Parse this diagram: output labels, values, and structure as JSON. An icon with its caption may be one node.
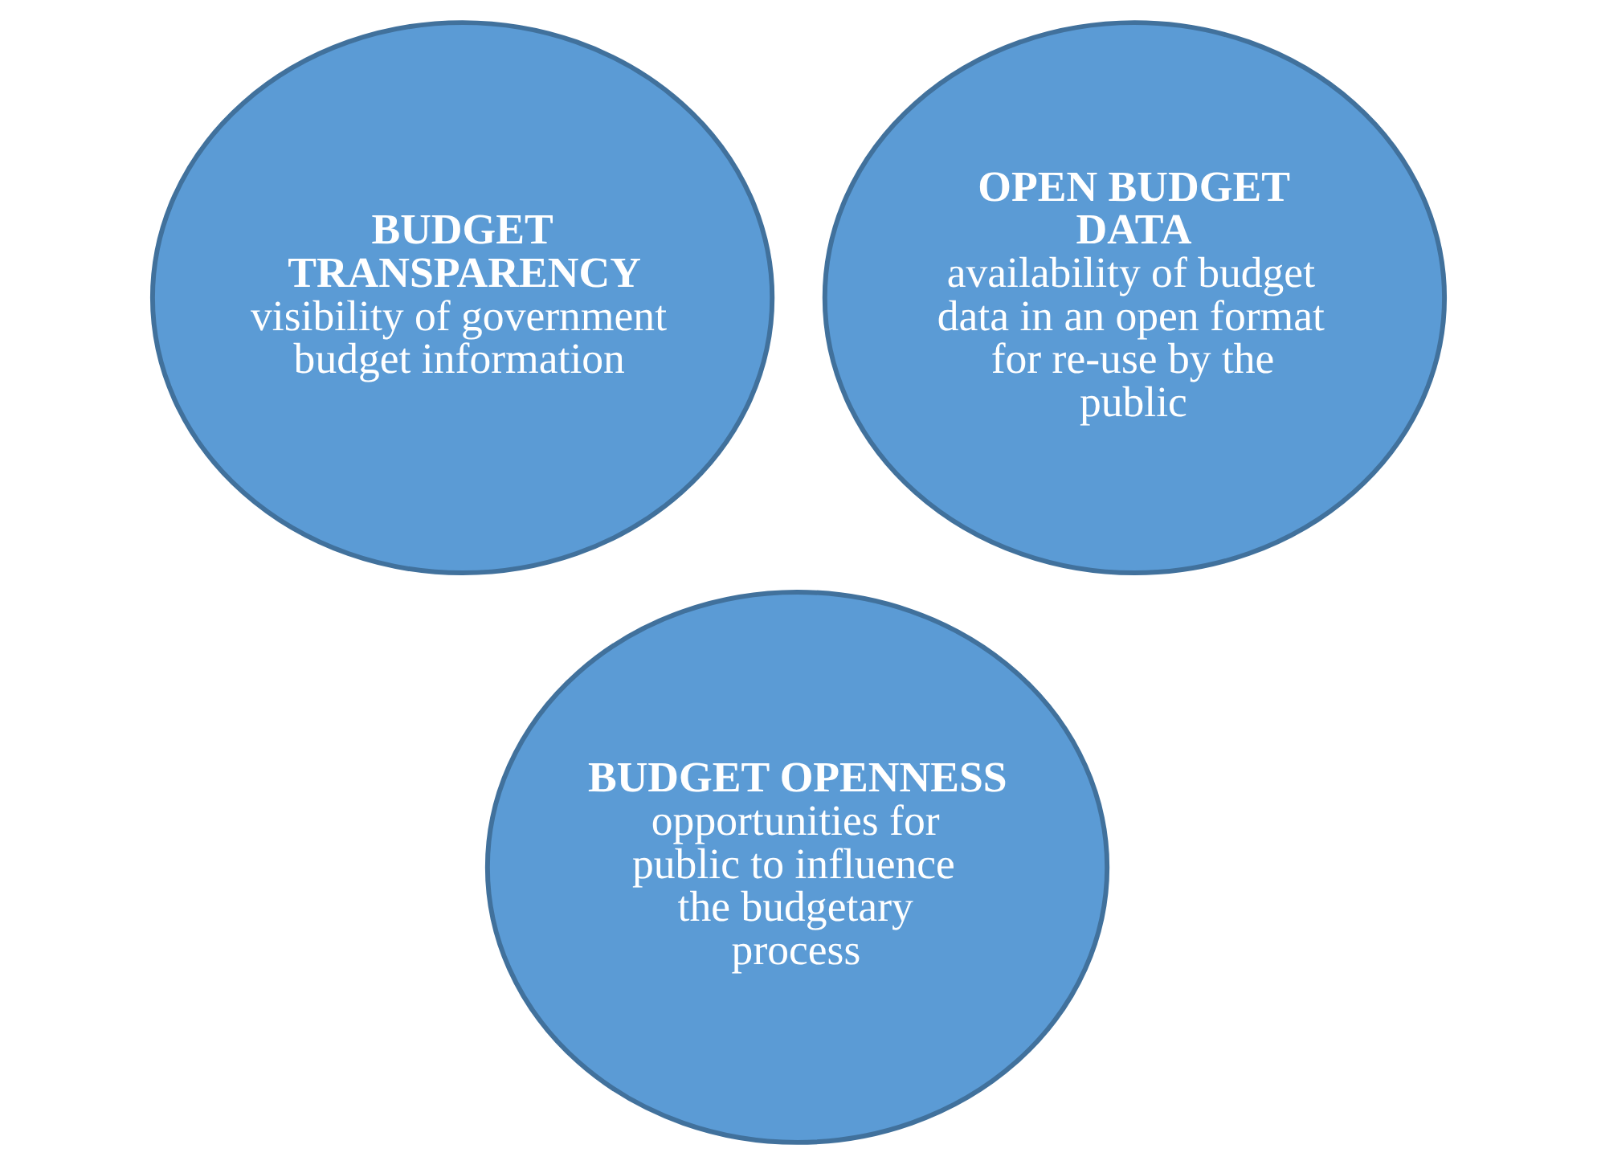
{
  "diagram": {
    "nodes": [
      {
        "text": [
          "BUDGET TRANSPARENCY",
          "visibility of government budget information"
        ]
      },
      {
        "text": [
          "OPEN BUDGET DATA",
          "availability of budget data in an open format for re-use by the public"
        ]
      },
      {
        "text": [
          "BUDGET OPENNESS",
          "opportunities for public to influence the budgetary process"
        ]
      }
    ],
    "edges": []
  }
}
